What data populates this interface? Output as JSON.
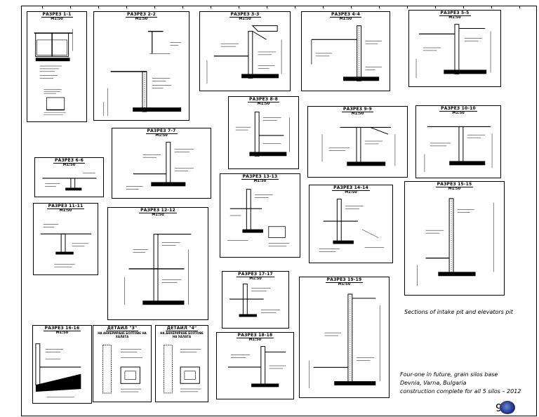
{
  "panels": [
    {
      "id": "p1",
      "title": "РАЗРЕЗ 1-1",
      "scale": "М1:50"
    },
    {
      "id": "p2",
      "title": "РАЗРЕЗ 2-2",
      "scale": "М1:50"
    },
    {
      "id": "p3",
      "title": "РАЗРЕЗ 3-3",
      "scale": "М1:50"
    },
    {
      "id": "p4",
      "title": "РАЗРЕЗ 4-4",
      "scale": "М1:50"
    },
    {
      "id": "p5",
      "title": "РАЗРЕЗ 5-5",
      "scale": "М1:50"
    },
    {
      "id": "p6",
      "title": "РАЗРЕЗ 6-6",
      "scale": "М1:50"
    },
    {
      "id": "p7",
      "title": "РАЗРЕЗ 7-7",
      "scale": "М1:50"
    },
    {
      "id": "p8",
      "title": "РАЗРЕЗ 8-8",
      "scale": "М1:50"
    },
    {
      "id": "p9",
      "title": "РАЗРЕЗ 9-9",
      "scale": "М1:50"
    },
    {
      "id": "p10",
      "title": "РАЗРЕЗ 10-10",
      "scale": "М1:50"
    },
    {
      "id": "p11",
      "title": "РАЗРЕЗ 11-11",
      "scale": "М1:50"
    },
    {
      "id": "p12",
      "title": "РАЗРЕЗ 12-12",
      "scale": "М1:50"
    },
    {
      "id": "p13",
      "title": "РАЗРЕЗ 13-13",
      "scale": "М1:50"
    },
    {
      "id": "p14",
      "title": "РАЗРЕЗ 14-14",
      "scale": "М1:50"
    },
    {
      "id": "p15",
      "title": "РАЗРЕЗ 15-15",
      "scale": "М1:50"
    },
    {
      "id": "p16",
      "title": "РАЗРЕЗ 16-16",
      "scale": "М1:50"
    },
    {
      "id": "p17",
      "title": "РАЗРЕЗ 17-17",
      "scale": "М1:50"
    },
    {
      "id": "p18",
      "title": "РАЗРЕЗ 18-18",
      "scale": "М1:50"
    },
    {
      "id": "p19",
      "title": "РАЗРЕЗ 19-19",
      "scale": "М1:50"
    },
    {
      "id": "pa",
      "title": "ДЕТАЙЛ \"3\"",
      "subtitle": "НА АНКЕРИРАНЕ БОЛТОВЕ НА ХАЛАТА"
    },
    {
      "id": "pb",
      "title": "ДЕТАЙЛ \"4\"",
      "subtitle": "НА АНКЕРИРАНЕ БОЛТОВЕ НА ХАЛАТА"
    }
  ],
  "captions": {
    "sections": "Sections of intake pit and elevators pit",
    "line1": "Four-one in future, grain silos base",
    "line2": "Devnia, Varna, Bulgaria",
    "line3": "construction complete for all 5 silos – 2012"
  },
  "page_number": "9"
}
